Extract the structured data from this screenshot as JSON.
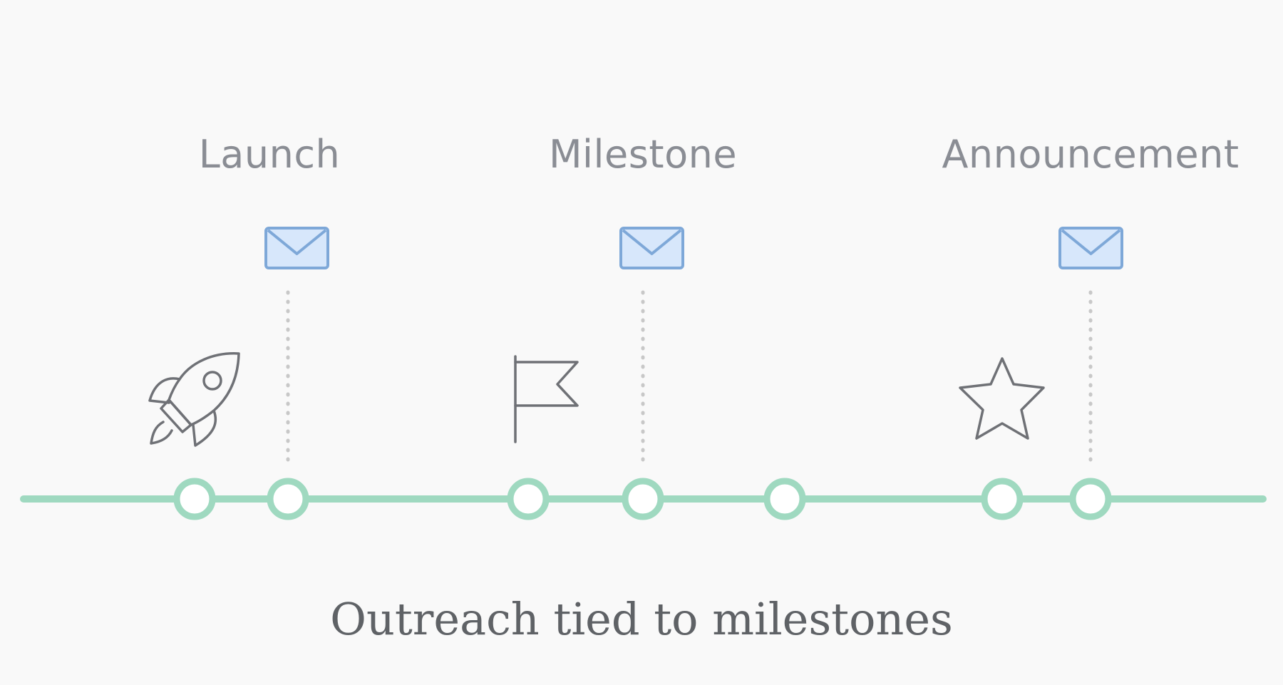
{
  "diagram": {
    "milestones": [
      {
        "label": "Launch",
        "icon": "rocket-icon"
      },
      {
        "label": "Milestone",
        "icon": "flag-icon"
      },
      {
        "label": "Announcement",
        "icon": "star-icon"
      }
    ],
    "caption": "Outreach tied to milestones",
    "node_count": 7,
    "email_count": 3,
    "colors": {
      "timeline": "#9fd9c0",
      "node_fill": "#ffffff",
      "envelope_stroke": "#7ea8d8",
      "envelope_fill": "#d7e7fb",
      "connector": "#c8c8c8",
      "icon_stroke": "#6f7176",
      "label_text": "#8a8d94",
      "caption_text": "#5f6266",
      "background": "#f9f9f9"
    }
  }
}
